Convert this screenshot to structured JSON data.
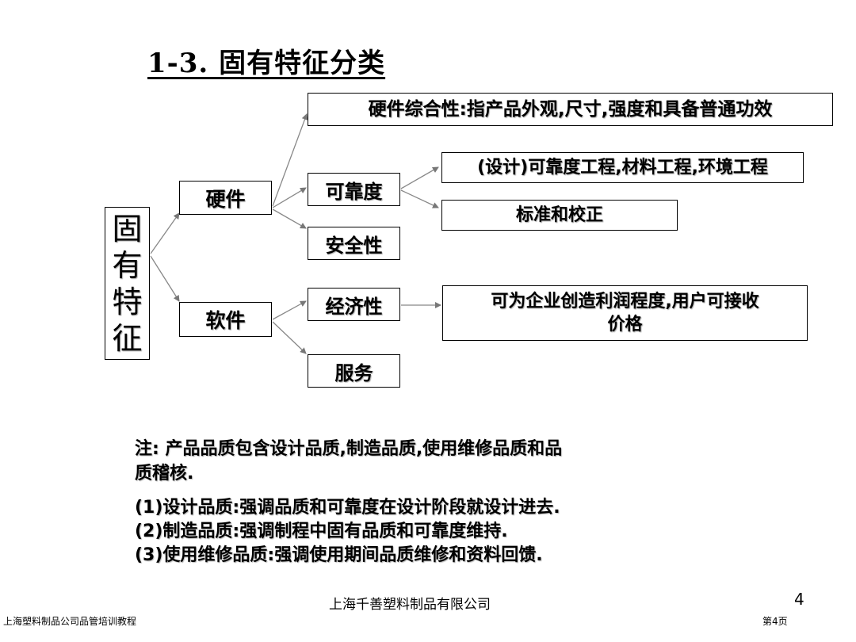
{
  "title": "1-3. 固有特征分类",
  "root": {
    "chars": [
      "固",
      "有",
      "特",
      "征"
    ]
  },
  "level1": {
    "hardware": "硬件",
    "software": "软件"
  },
  "level2": {
    "hardware_general": "硬件综合性:指产品外观,尺寸,强度和具备普通功效",
    "reliability": "可靠度",
    "safety": "安全性",
    "economy": "经济性",
    "service": "服务"
  },
  "level3": {
    "reliability_engineering": "(设计)可靠度工程,材料工程,环境工程",
    "calibration": "标准和校正",
    "economy_line1": "可为企业创造利润程度,用户可接收",
    "economy_line2": "价格"
  },
  "notes": {
    "line1": "注: 产品品质包含设计品质,制造品质,使用维修品质和品",
    "line2": "质稽核.",
    "item1": "(1)设计品质:强调品质和可靠度在设计阶段就设计进去.",
    "item2": "(2)制造品质:强调制程中固有品质和可靠度维持.",
    "item3": "(3)使用维修品质:强调使用期间品质维修和资料回馈."
  },
  "footer": {
    "company": "上海千善塑料制品有限公司",
    "page_number": "4",
    "course": "上海塑料制品公司品管培训教程",
    "page_label": "第4页"
  }
}
